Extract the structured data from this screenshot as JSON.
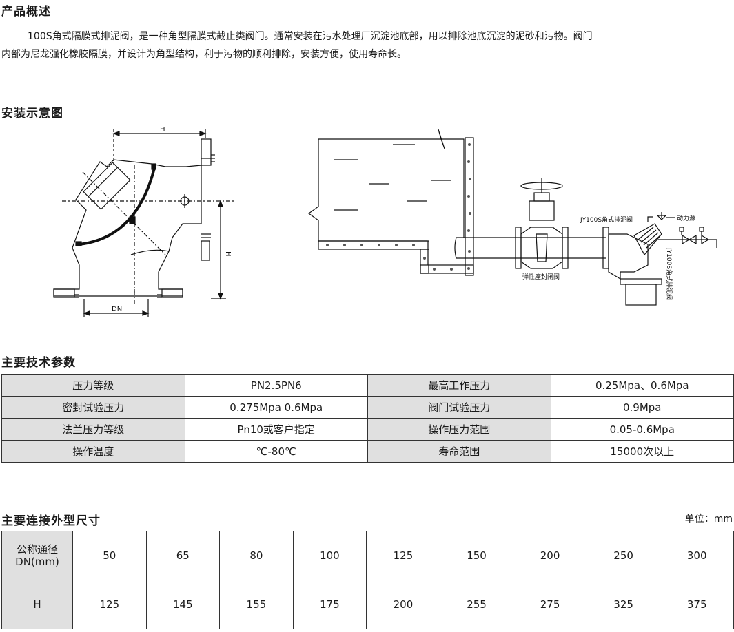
{
  "overview": {
    "title": "产品概述",
    "line1": "100S角式隔膜式排泥阀，是一种角型隔膜式截止类阀门。通常安装在污水处理厂沉淀池底部，用以排除池底沉淀的泥砂和污物。阀门",
    "line2": "内部为尼龙强化橡胶隔膜，并设计为角型结构，利于污物的顺利排除，安装方便，使用寿命长。"
  },
  "install": {
    "title": "安装示意图",
    "left_diagram": {
      "label_h_top": "H",
      "label_h_side": "H",
      "label_dn": "DN"
    },
    "right_diagram": {
      "label_gate_valve": "弹性座封闸阀",
      "label_mud_valve": "JY100S角式排泥阀",
      "label_power": "动力源",
      "label_vertical": "JY100S角式排泥阀"
    }
  },
  "params": {
    "title": "主要技术参数",
    "rows": [
      {
        "l1": "压力等级",
        "v1": "PN2.5PN6",
        "l2": "最高工作压力",
        "v2": "0.25Mpa、0.6Mpa"
      },
      {
        "l1": "密封试验压力",
        "v1": "0.275Mpa 0.6Mpa",
        "l2": "阀门试验压力",
        "v2": "0.9Mpa"
      },
      {
        "l1": "法兰压力等级",
        "v1": "Pn10或客户指定",
        "l2": "操作压力范围",
        "v2": "0.05-0.6Mpa"
      },
      {
        "l1": "操作温度",
        "v1": "℃-80℃",
        "l2": "寿命范围",
        "v2": "15000次以上"
      }
    ]
  },
  "dims": {
    "title": "主要连接外型尺寸",
    "unit": "单位：mm",
    "row1_label_a": "公称通径",
    "row1_label_b": "DN(mm)",
    "row2_label": "H",
    "dn": [
      "50",
      "65",
      "80",
      "100",
      "125",
      "150",
      "200",
      "250",
      "300"
    ],
    "h": [
      "125",
      "145",
      "155",
      "175",
      "200",
      "255",
      "275",
      "325",
      "375"
    ]
  }
}
